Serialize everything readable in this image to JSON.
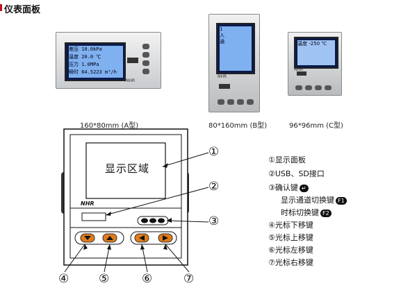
{
  "header": {
    "title": "仪表面板"
  },
  "meters": {
    "a": {
      "caption": "160*80mm (A型)",
      "lines": [
        "差压  10.0kPa",
        "温度  20.0 ℃",
        "压力  1.0MPa",
        "瞬时 64.5223 m³/h"
      ],
      "logo": "NHR"
    },
    "b": {
      "caption": "80*160mm (B型)",
      "screen_text": "1\n入\n通",
      "logo": "NHR"
    },
    "c": {
      "caption": "96*96mm (C型)",
      "screen_text": "温度  -250 ℃",
      "logo": "NHR"
    }
  },
  "diagram": {
    "display_label": "显示区域",
    "logo": "NHR",
    "callouts": [
      "①",
      "②",
      "③",
      "④",
      "⑤",
      "⑥",
      "⑦"
    ]
  },
  "legend": {
    "items": [
      "①显示面板",
      "②USB、SD接口",
      "③确认键",
      "显示通道切换键",
      "时标切换键",
      "④光标下移键",
      "⑤光标上移键",
      "⑥光标左移键",
      "⑦光标右移键"
    ],
    "key_badges": [
      "F1",
      "F2"
    ]
  },
  "colors": {
    "accent": "#c0141a",
    "lcd": "#6a9ee8",
    "panel": "#e0e3e6"
  }
}
